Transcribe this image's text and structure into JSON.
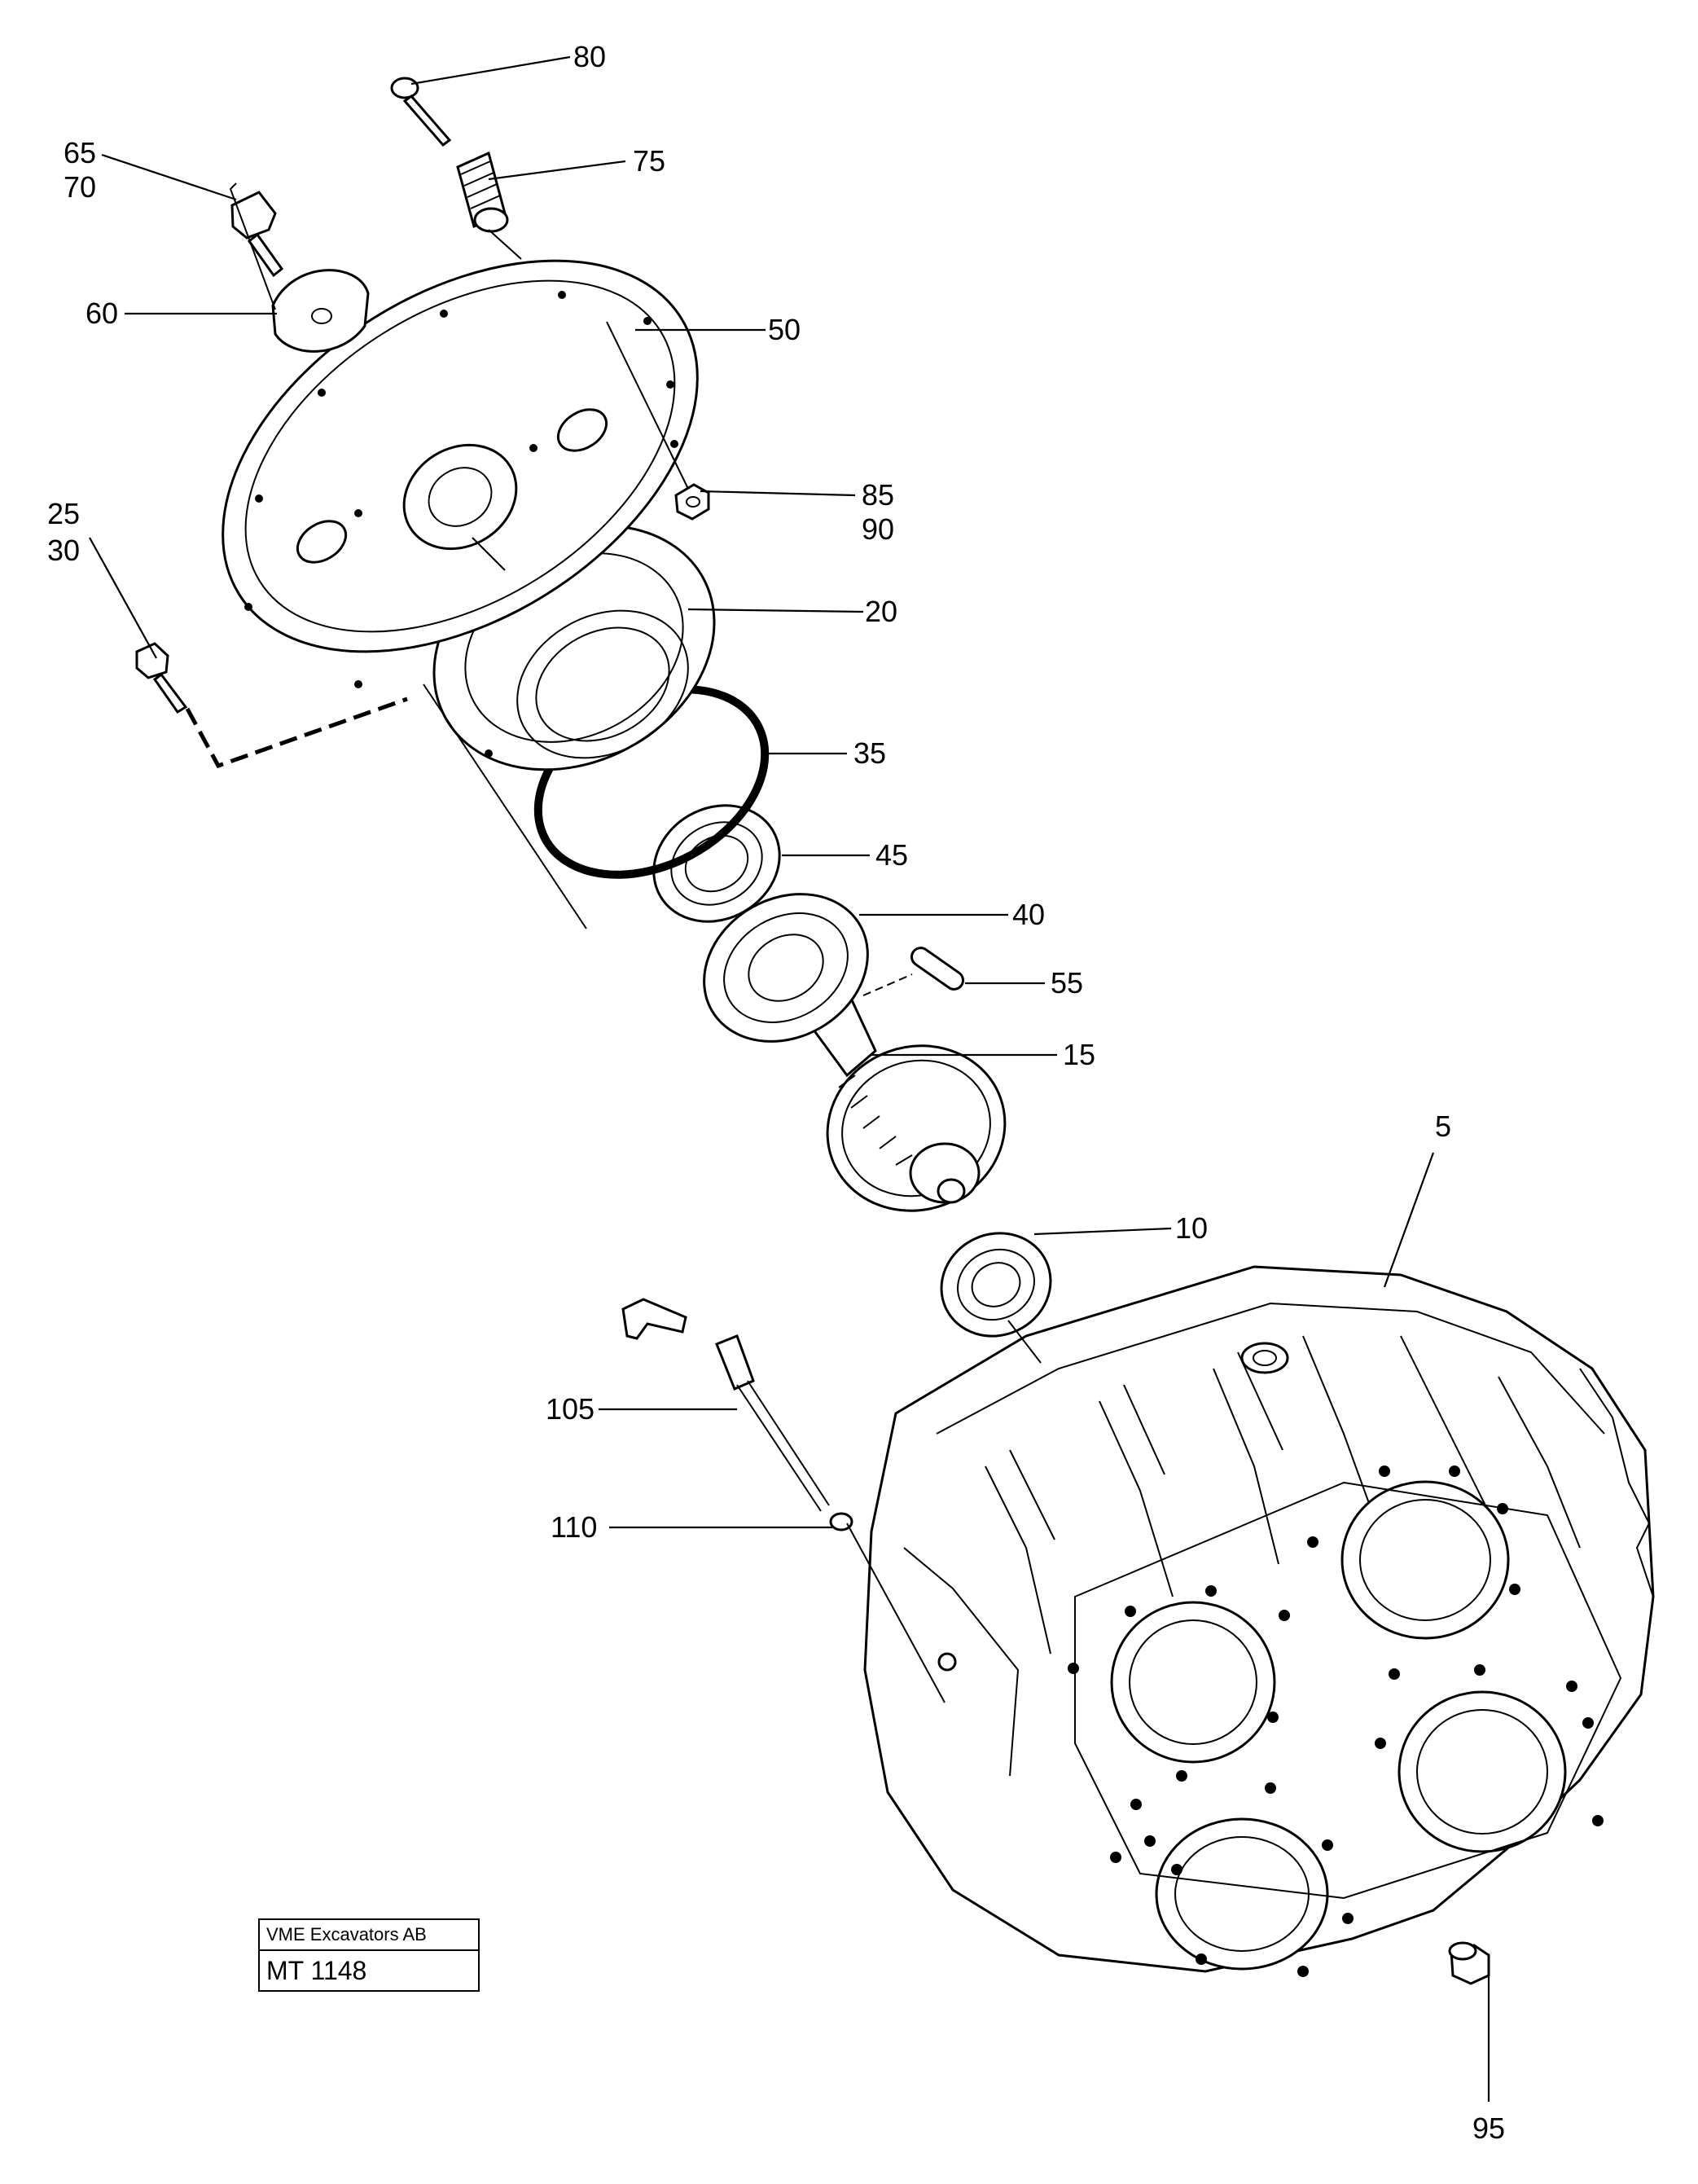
{
  "callouts": {
    "p5": "5",
    "p10": "10",
    "p15": "15",
    "p20": "20",
    "p25": "25",
    "p30": "30",
    "p35": "35",
    "p40": "40",
    "p45": "45",
    "p50": "50",
    "p55": "55",
    "p60": "60",
    "p65": "65",
    "p70": "70",
    "p75": "75",
    "p80": "80",
    "p85": "85",
    "p90": "90",
    "p95": "95",
    "p105": "105",
    "p110": "110"
  },
  "title_block": {
    "company": "VME Excavators AB",
    "drawing_number": "MT 1148"
  }
}
